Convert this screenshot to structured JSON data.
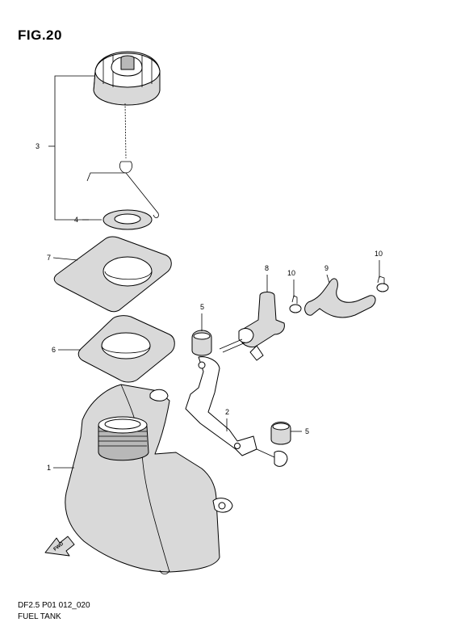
{
  "figure": {
    "title": "FIG.20",
    "code": "DF2.5 P01 012_020",
    "name": "FUEL TANK",
    "fwd_label": "FWD"
  },
  "callouts": {
    "c1": "1",
    "c2": "2",
    "c3": "3",
    "c4": "4",
    "c5a": "5",
    "c5b": "5",
    "c6": "6",
    "c7": "7",
    "c8": "8",
    "c9": "9",
    "c10a": "10",
    "c10b": "10"
  }
}
